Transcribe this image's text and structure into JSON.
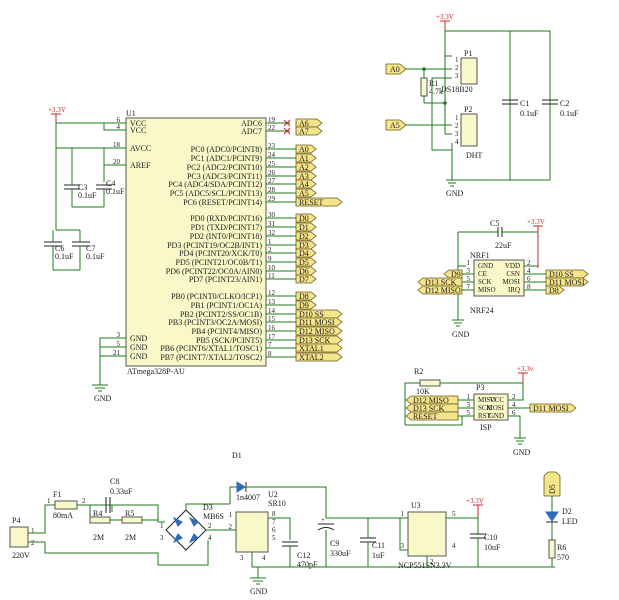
{
  "mcu": {
    "ref": "U1",
    "part": "ATmega328P-AU",
    "left_pins": [
      {
        "name": "VCC",
        "num": "6"
      },
      {
        "name": "VCC",
        "num": "4"
      },
      {
        "name": "AVCC",
        "num": "18"
      },
      {
        "name": "AREF",
        "num": "20"
      },
      {
        "name": "GND",
        "num": "3"
      },
      {
        "name": "GND",
        "num": "5"
      },
      {
        "name": "GND",
        "num": "21"
      }
    ],
    "right_pins": [
      {
        "name": "ADC6",
        "num": "19",
        "net": "A6"
      },
      {
        "name": "ADC7",
        "num": "22",
        "net": "A7"
      },
      {
        "name": "PC0 (ADC0/PCINT8)",
        "num": "23",
        "net": "A0"
      },
      {
        "name": "PC1 (ADC1/PCINT9)",
        "num": "24",
        "net": "A1"
      },
      {
        "name": "PC2 (ADC2/PCINT10)",
        "num": "25",
        "net": "A2"
      },
      {
        "name": "PC3 (ADC3/PCINT11)",
        "num": "26",
        "net": "A3"
      },
      {
        "name": "PC4 (ADC4/SDA/PCINT12)",
        "num": "27",
        "net": "A4"
      },
      {
        "name": "PC5 (ADC5/SCL/PCINT13)",
        "num": "28",
        "net": "A5"
      },
      {
        "name": "PC6 (RESET/PCINT14)",
        "num": "29",
        "net": "RESET"
      },
      {
        "name": "PD0 (RXD/PCINT16)",
        "num": "30",
        "net": "D0"
      },
      {
        "name": "PD1 (TXD/PCINT17)",
        "num": "31",
        "net": "D1"
      },
      {
        "name": "PD2 (INT0/PCINT18)",
        "num": "32",
        "net": "D2"
      },
      {
        "name": "PD3 (PCINT19/OC2B/INT1)",
        "num": "1",
        "net": "D3"
      },
      {
        "name": "PD4 (PCINT20/XCK/T0)",
        "num": "2",
        "net": "D4"
      },
      {
        "name": "PD5 (PCINT21/OC0B/T1)",
        "num": "9",
        "net": "D5"
      },
      {
        "name": "PD6 (PCINT22/OC0A/AIN0)",
        "num": "10",
        "net": "D6"
      },
      {
        "name": "PD7 (PCINT23/AIN1)",
        "num": "11",
        "net": "D7"
      },
      {
        "name": "PB0 (PCINT0/CLKO/ICP1)",
        "num": "12",
        "net": "D8"
      },
      {
        "name": "PB1 (PCINT1/OC1A)",
        "num": "13",
        "net": "D9"
      },
      {
        "name": "PB2 (PCINT2/SS/OC1B)",
        "num": "14",
        "net": "D10_SS"
      },
      {
        "name": "PB3 (PCINT3/OC2A/MOSI)",
        "num": "15",
        "net": "D11_MOSI"
      },
      {
        "name": "PB4 (PCINT4/MISO)",
        "num": "16",
        "net": "D12_MISO"
      },
      {
        "name": "PB5 (SCK/PCINT5)",
        "num": "17",
        "net": "D13_SCK"
      },
      {
        "name": "PB6 (PCINT6/XTAL1/TOSC1)",
        "num": "7",
        "net": "XTAL1"
      },
      {
        "name": "PB7 (PCINT7/XTAL2/TOSC2)",
        "num": "8",
        "net": "XTAL2"
      }
    ]
  },
  "power": {
    "v33": "+3.3V",
    "v33_lower": "+3.3v",
    "gnd": "GND"
  },
  "caps": {
    "c3": {
      "ref": "C3",
      "val": "0.1uF"
    },
    "c4": {
      "ref": "C4",
      "val": "0.1uF"
    },
    "c6": {
      "ref": "C6",
      "val": "0.1uF"
    },
    "c7": {
      "ref": "C7",
      "val": "0.1uF"
    },
    "c1": {
      "ref": "C1",
      "val": "0.1uF"
    },
    "c2": {
      "ref": "C2",
      "val": "0.1uF"
    },
    "c5": {
      "ref": "C5",
      "val": "22uF"
    },
    "c8": {
      "ref": "C8",
      "val": "0.33uF"
    },
    "c9": {
      "ref": "C9",
      "val": "330uF"
    },
    "c11": {
      "ref": "C11",
      "val": "1uF"
    },
    "c10": {
      "ref": "C10",
      "val": "10uF"
    },
    "c12": {
      "ref": "C12",
      "val": "470pF"
    }
  },
  "p1": {
    "ref": "P1",
    "part": "DS18B20",
    "pins": [
      "1",
      "2",
      "3"
    ]
  },
  "p2": {
    "ref": "P2",
    "part": "DHT",
    "pins": [
      "1",
      "2",
      "3",
      "4"
    ]
  },
  "r1": {
    "ref": "R1",
    "val": "4.7k"
  },
  "net_a0": "A0",
  "net_a5": "A5",
  "nrf": {
    "ref": "NRF1",
    "part": "NRF24",
    "left_pins": [
      {
        "name": "GND",
        "num": "1"
      },
      {
        "name": "CE",
        "num": "3"
      },
      {
        "name": "SCK",
        "num": "5"
      },
      {
        "name": "MISO",
        "num": "7"
      }
    ],
    "right_pins": [
      {
        "name": "VDD",
        "num": "2"
      },
      {
        "name": "CSN",
        "num": "4"
      },
      {
        "name": "MOSI",
        "num": "6"
      },
      {
        "name": "IRQ",
        "num": "8"
      }
    ],
    "nets_left": [
      "D9",
      "D13_SCK",
      "D12_MISO"
    ],
    "nets_right": [
      "D10_SS",
      "D11_MOSI",
      "D8"
    ]
  },
  "isp": {
    "ref": "P3",
    "part": "ISP",
    "left_pins": [
      {
        "name": "MISO",
        "num": "1"
      },
      {
        "name": "SCK",
        "num": "3"
      },
      {
        "name": "RST",
        "num": "5"
      }
    ],
    "right_pins": [
      {
        "name": "VCC",
        "num": "2"
      },
      {
        "name": "MOSI",
        "num": "4"
      },
      {
        "name": "GND",
        "num": "6"
      }
    ],
    "nets_left": [
      "D12_MISO",
      "D13_SCK",
      "RESET"
    ],
    "net_right": "D11_MOSI",
    "r2": {
      "ref": "R2",
      "val": "10K"
    }
  },
  "psu": {
    "p4": {
      "ref": "P4",
      "val": "220V",
      "pins": [
        "1",
        "2"
      ]
    },
    "f1": {
      "ref": "F1",
      "val": "80mA",
      "pins": [
        "1",
        "2"
      ]
    },
    "r4": {
      "ref": "R4",
      "val": "2M"
    },
    "r5": {
      "ref": "R5",
      "val": "2M"
    },
    "d1": {
      "ref": "D1",
      "part": "1n4007"
    },
    "d3": {
      "ref": "D3",
      "part": "MB6S",
      "pins": [
        "1",
        "2",
        "3",
        "4"
      ]
    },
    "u2": {
      "ref": "U2",
      "part": "SR10",
      "pins": [
        "1",
        "2",
        "3",
        "4",
        "5",
        "6",
        "7",
        "8"
      ]
    },
    "u3": {
      "ref": "U3",
      "part": "NCP551SN3.3V",
      "pins": [
        "1",
        "2",
        "3",
        "4",
        "5"
      ]
    },
    "d2": {
      "ref": "D2",
      "part": "LED",
      "net": "D5"
    },
    "r6": {
      "ref": "R6",
      "val": "570"
    }
  }
}
